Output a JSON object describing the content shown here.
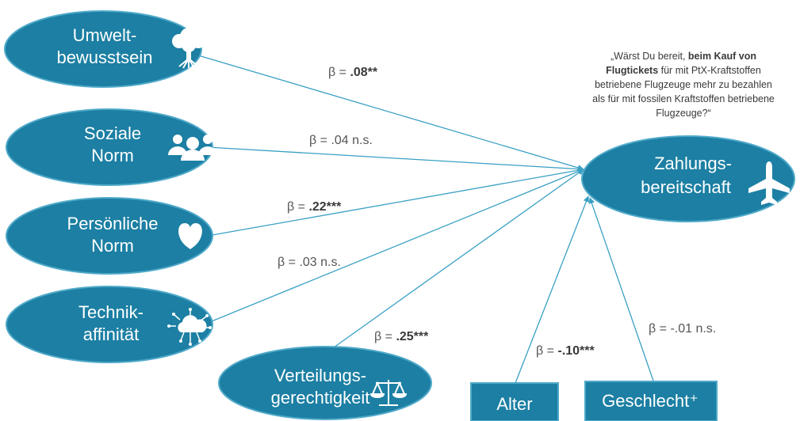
{
  "colors": {
    "node": "#1c7fa3",
    "node_stroke": "#4fa9c9",
    "line": "#3aa0c4",
    "text": "#555555"
  },
  "nodes": {
    "umwelt": {
      "line1": "Umwelt-",
      "line2": "bewusstsein",
      "icon": "tree-icon"
    },
    "sozial": {
      "line1": "Soziale",
      "line2": "Norm",
      "icon": "people-icon"
    },
    "persoenlich": {
      "line1": "Persönliche",
      "line2": "Norm",
      "icon": "heart-icon"
    },
    "technik": {
      "line1": "Technik-",
      "line2": "affinität",
      "icon": "cloud-network-icon"
    },
    "verteilung": {
      "line1": "Verteilungs-",
      "line2": "gerechtigkeit",
      "icon": "scales-icon"
    },
    "zahlung": {
      "line1": "Zahlungs-",
      "line2": "bereitschaft",
      "icon": "airplane-icon"
    },
    "alter": {
      "label": "Alter"
    },
    "geschlecht": {
      "label": "Geschlecht⁺"
    }
  },
  "betas": {
    "umwelt": {
      "prefix": "β = ",
      "value": ".08**",
      "suffix": ""
    },
    "sozial": {
      "prefix": "β = .04 n.s.",
      "value": "",
      "suffix": ""
    },
    "persoenlich": {
      "prefix": "β = ",
      "value": ".22***",
      "suffix": ""
    },
    "technik": {
      "prefix": "β = .03 n.s.",
      "value": "",
      "suffix": ""
    },
    "verteilung": {
      "prefix": "β = ",
      "value": ".25***",
      "suffix": ""
    },
    "alter": {
      "prefix": "β = ",
      "value": "-.10***",
      "suffix": ""
    },
    "geschlecht": {
      "prefix": "β = -.01 n.s.",
      "value": "",
      "suffix": ""
    }
  },
  "question": {
    "l1a": "„Wärst Du bereit, ",
    "l1b": "beim Kauf von",
    "l2a": "Flugtickets",
    "l2b": " für mit PtX-Kraftstoffen",
    "l3": "betriebene Flugzeuge mehr zu bezahlen",
    "l4": "als für mit fossilen Kraftstoffen betriebene",
    "l5": "Flugzeuge?“"
  }
}
